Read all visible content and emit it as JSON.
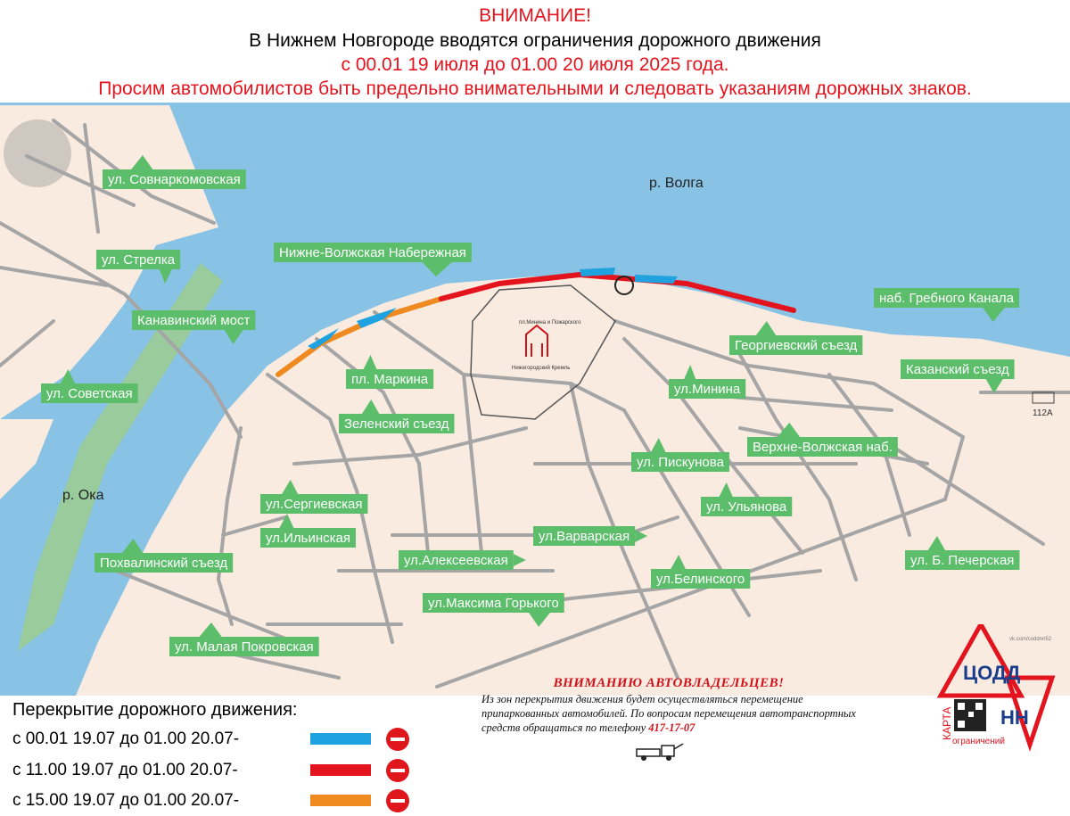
{
  "header": {
    "title": "ВНИМАНИЕ!",
    "line1": "В Нижнем Новгороде вводятся ограничения дорожного движения",
    "line2": "с 00.01 19 июля до 01.00 20 июля 2025 года.",
    "line3": "Просим автомобилистов быть предельно внимательными и следовать указаниям дорожных знаков."
  },
  "map": {
    "rivers": {
      "volga": "р. Волга",
      "oka": "р. Ока"
    },
    "streets": [
      "ул. Совнаркомовская",
      "ул. Стрелка",
      "Нижне-Волжская Набережная",
      "Канавинский мост",
      "ул. Советская",
      "пл. Маркина",
      "Зеленский съезд",
      "наб. Гребного Канала",
      "Георгиевский съезд",
      "Казанский съезд",
      "ул.Минина",
      "ул. Пискунова",
      "Верхне-Волжская наб.",
      "ул.Сергиевская",
      "ул. Ульянова",
      "ул.Ильинская",
      "ул.Варварская",
      "Похвалинский съезд",
      "ул.Алексеевская",
      "ул. Б. Печерская",
      "ул.Белинского",
      "ул.Максима Горького",
      "ул. Малая Покровская"
    ],
    "kremlin_label": "Нижегородский Кремль",
    "square_label": "пл.Минина и Пожарского",
    "building_number": "112А"
  },
  "legend": {
    "title": "Перекрытие дорожного движения:",
    "items": [
      {
        "label": "с 00.01 19.07 до 01.00 20.07-",
        "color": "#1fa2e0"
      },
      {
        "label": "с 11.00 19.07 до 01.00 20.07-",
        "color": "#e3141d"
      },
      {
        "label": "с 15.00 19.07 до 01.00 20.07-",
        "color": "#ee8a1f"
      }
    ]
  },
  "notice": {
    "title": "ВНИМАНИЮ АВТОВЛАДЕЛЬЦЕВ!",
    "text": "Из зон перекрытия движения будет осуществляться перемещение припаркованных автомобилей. По вопросам перемещения автотранспортных средств обращаться по телефону",
    "phone": "417-17-07"
  },
  "logo": {
    "name": "ЦОДД",
    "region": "НН",
    "side": "КАРТА",
    "sub": "ограничений",
    "vk": "vk.com/coddnn52"
  },
  "colors": {
    "water": "#88c2e4",
    "land": "#faebe0",
    "road": "#a5a5a5",
    "label_bg": "#5cbd6b",
    "accent_red": "#e3141d"
  }
}
